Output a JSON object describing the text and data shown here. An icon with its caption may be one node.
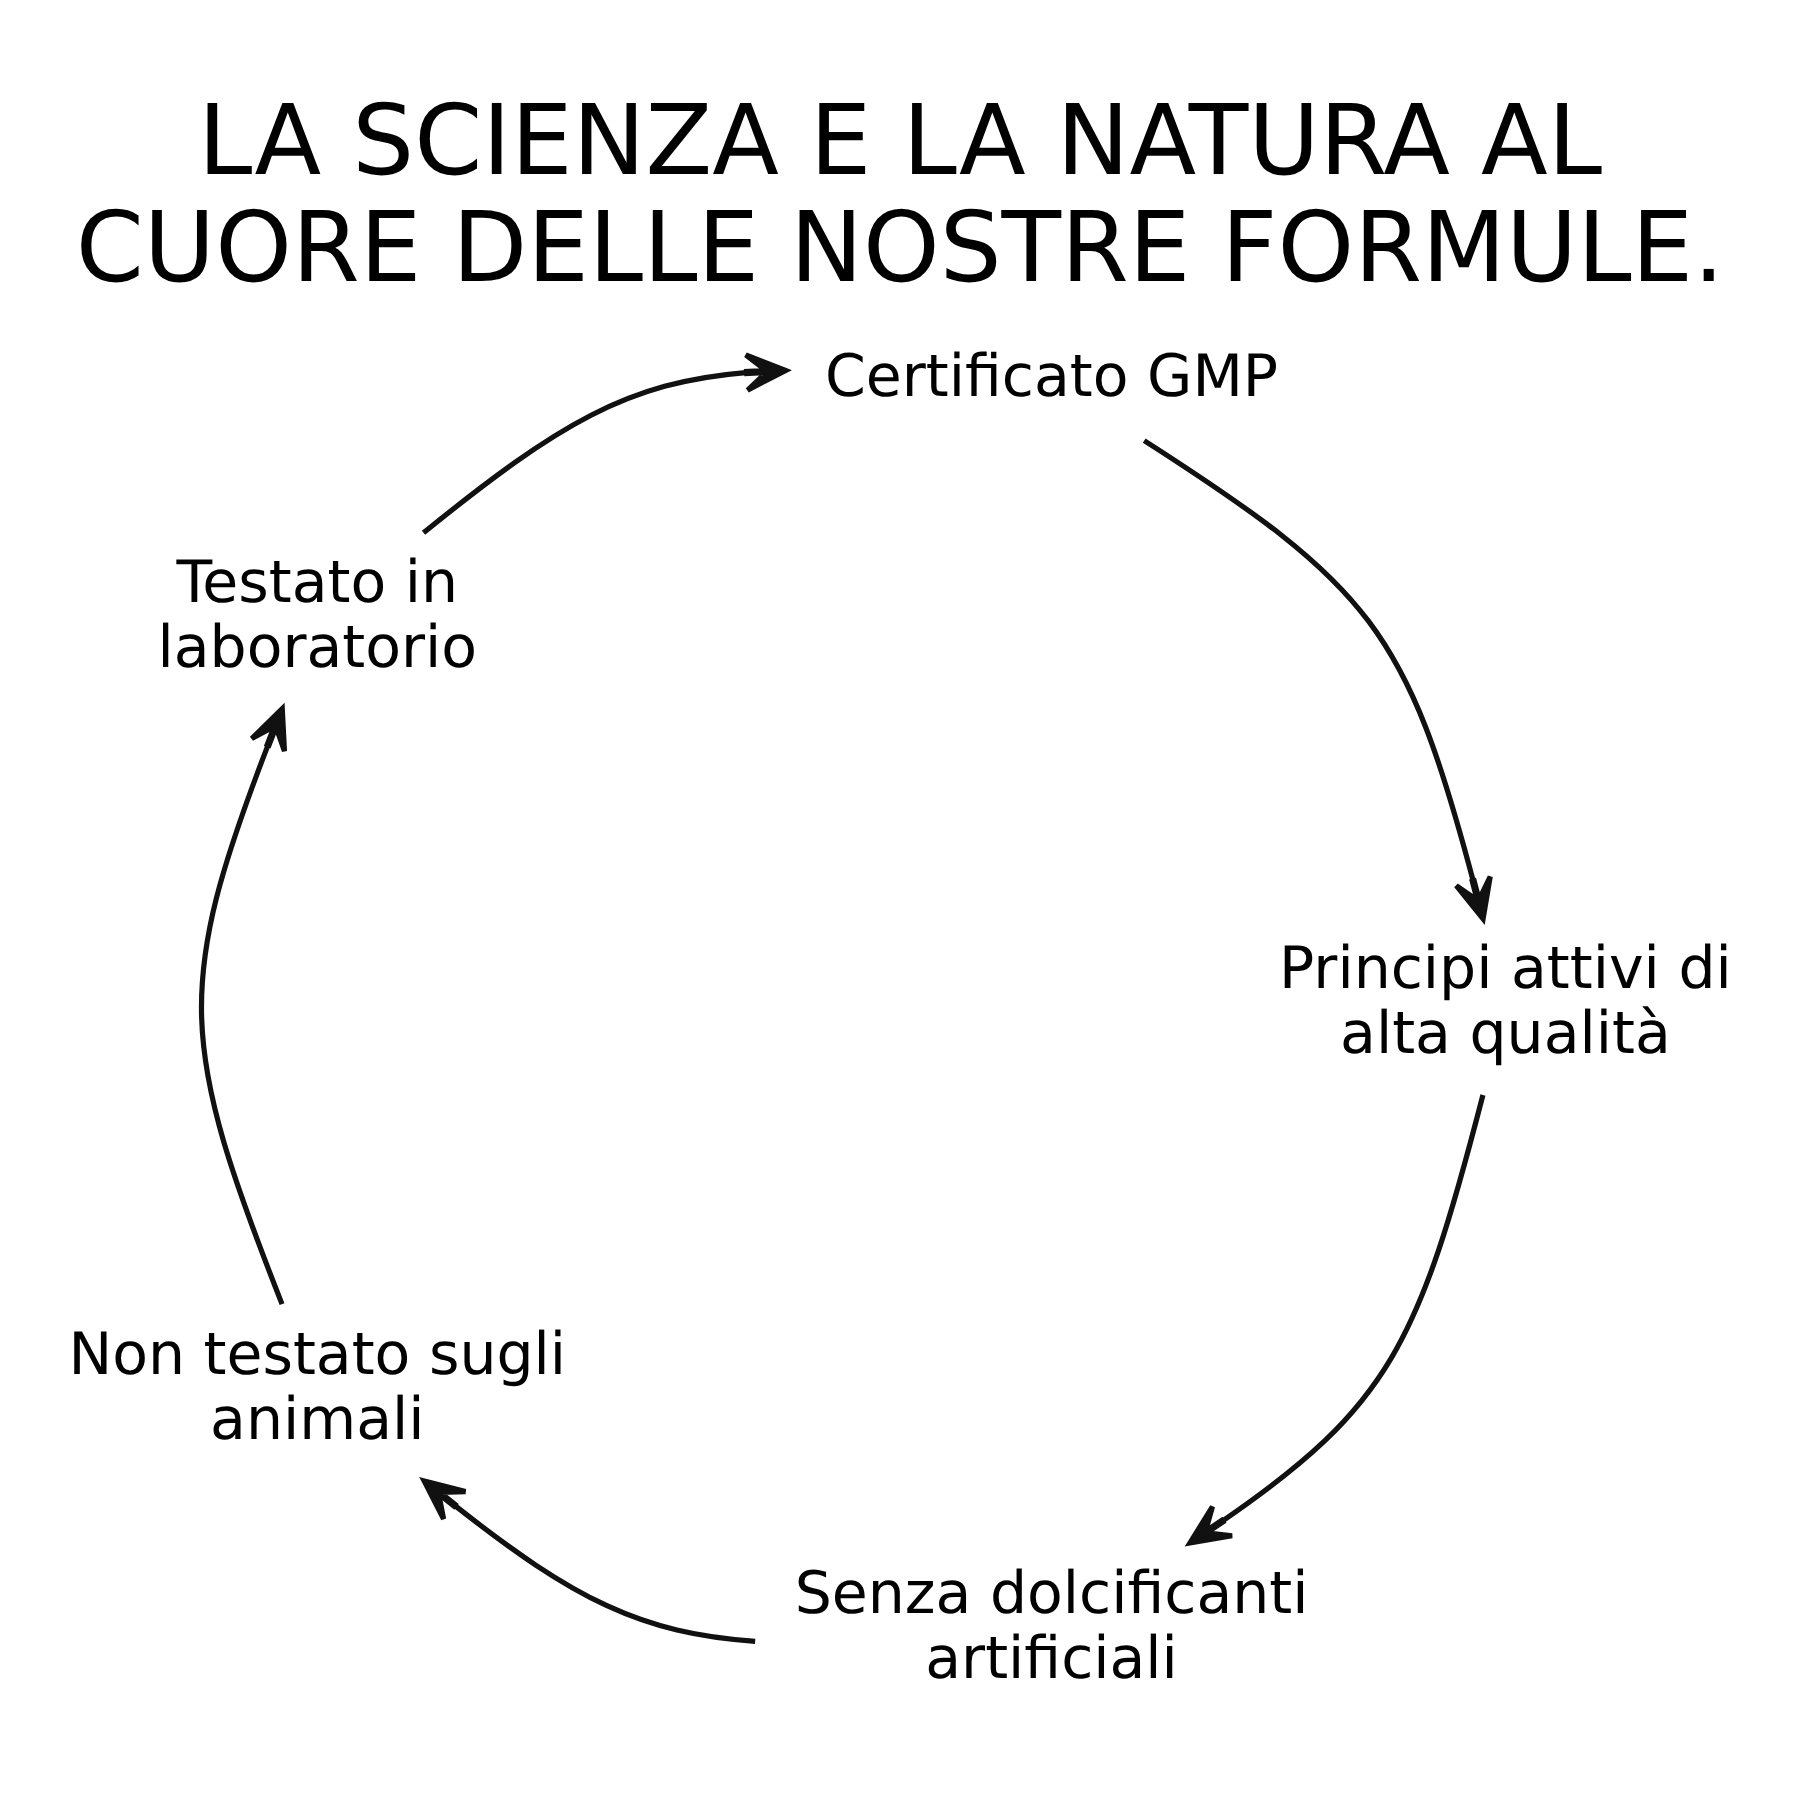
{
  "diagram": {
    "title": "LA SCIENZA E LA NATURA AL CUORE DELLE NOSTRE FORMULE.",
    "nodes": [
      {
        "text": [
          "Certificato GMP"
        ]
      },
      {
        "text": [
          "Principi attivi di alta qualità"
        ]
      },
      {
        "text": [
          "Senza dolcificanti artificiali"
        ]
      },
      {
        "text": [
          "Non testato sugli animali"
        ]
      },
      {
        "text": [
          "Testato in laboratorio"
        ]
      }
    ],
    "edges": [
      {
        "from": 4,
        "to": 0,
        "arrow": "to"
      },
      {
        "from": 0,
        "to": 1,
        "arrow": "to"
      },
      {
        "from": 1,
        "to": 2,
        "arrow": "to"
      },
      {
        "from": 2,
        "to": 3,
        "arrow": "to"
      },
      {
        "from": 3,
        "to": 4,
        "arrow": "to"
      }
    ]
  }
}
